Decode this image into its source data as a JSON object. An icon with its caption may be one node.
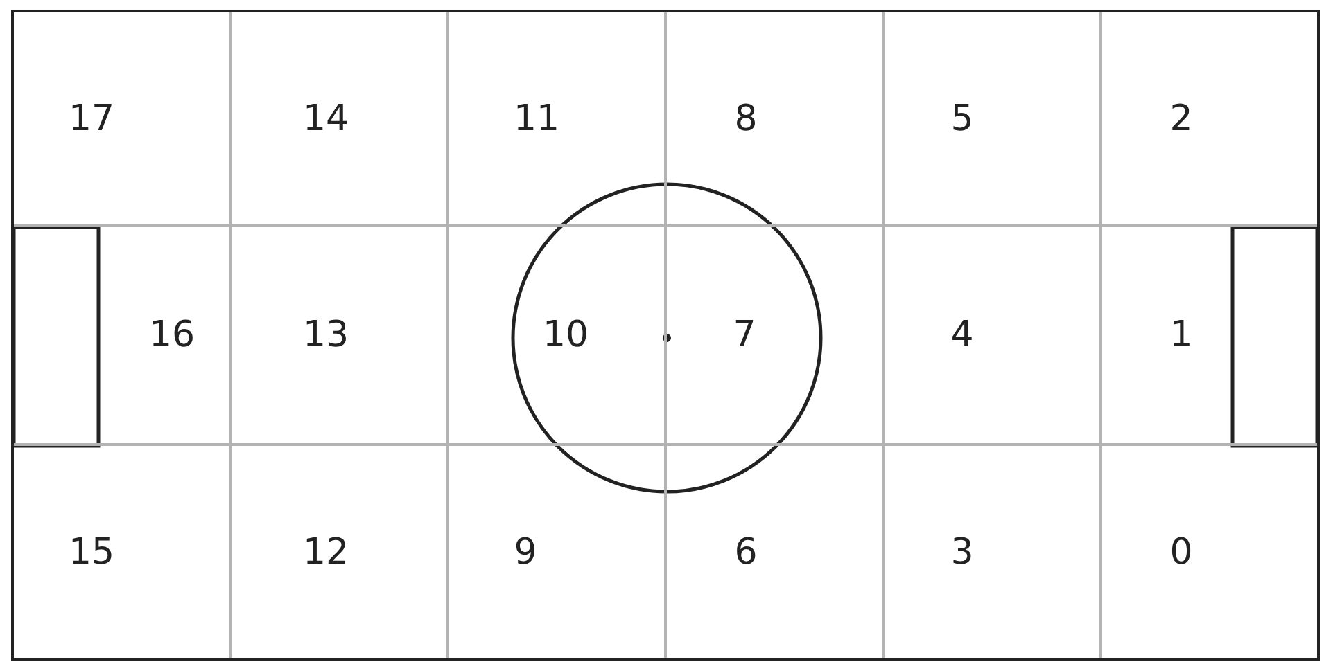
{
  "diagram": {
    "nodes": [
      {
        "text": [
          "17"
        ]
      },
      {
        "text": [
          "14"
        ]
      },
      {
        "text": [
          "11"
        ]
      },
      {
        "text": [
          "8"
        ]
      },
      {
        "text": [
          "5"
        ]
      },
      {
        "text": [
          "2"
        ]
      },
      {
        "text": [
          "16"
        ]
      },
      {
        "text": [
          "13"
        ]
      },
      {
        "text": [
          "10"
        ]
      },
      {
        "text": [
          "7"
        ]
      },
      {
        "text": [
          "4"
        ]
      },
      {
        "text": [
          "1"
        ]
      },
      {
        "text": [
          "15"
        ]
      },
      {
        "text": [
          "12"
        ]
      },
      {
        "text": [
          "9"
        ]
      },
      {
        "text": [
          "6"
        ]
      },
      {
        "text": [
          "3"
        ]
      },
      {
        "text": [
          "0"
        ]
      }
    ]
  }
}
